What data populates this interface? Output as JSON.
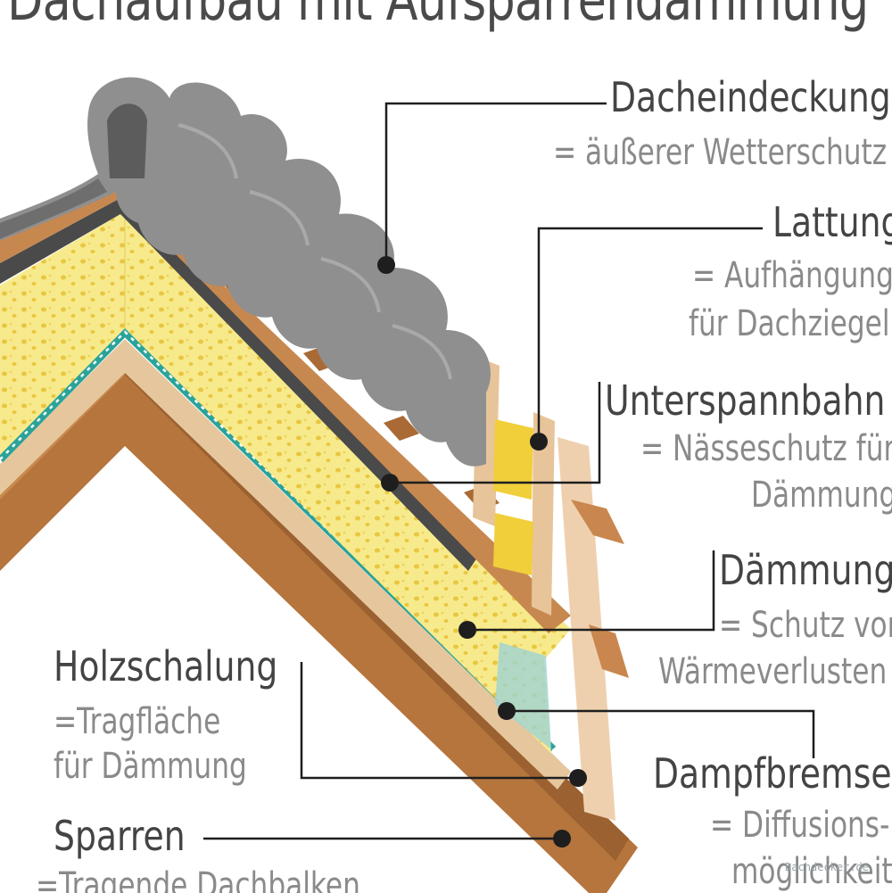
{
  "title": "Dachaufbau mit Aufsparrendämmung",
  "labels": {
    "dacheindeckung": {
      "head": "Dacheindeckung",
      "sub1": "= äußerer Wetterschutz"
    },
    "lattung": {
      "head": "Lattung",
      "sub1": "= Aufhängung",
      "sub2": "für Dachziegel"
    },
    "unterspannbahn": {
      "head": "Unterspannbahn",
      "sub1": "= Nässeschutz für",
      "sub2": "Dämmung"
    },
    "daemmung": {
      "head": "Dämmung",
      "sub1": "= Schutz vor",
      "sub2": "Wärmeverlusten"
    },
    "holzschalung": {
      "head": "Holzschalung",
      "sub1": "=Tragfläche",
      "sub2": "für Dämmung"
    },
    "dampfbremse": {
      "head": "Dampfbremse",
      "sub1": "= Diffusions-",
      "sub2": "möglichkeit"
    },
    "sparren": {
      "head": "Sparren",
      "sub1": "=Tragende Dachbalken"
    }
  },
  "watermark": "Dachdecker.de",
  "colors": {
    "roof_tile": "#8f8f8f",
    "wood": "#b5753d",
    "insulation": "#f3e27a",
    "vapor_barrier": "#2aa39a",
    "leader": "#1e1e1e"
  }
}
